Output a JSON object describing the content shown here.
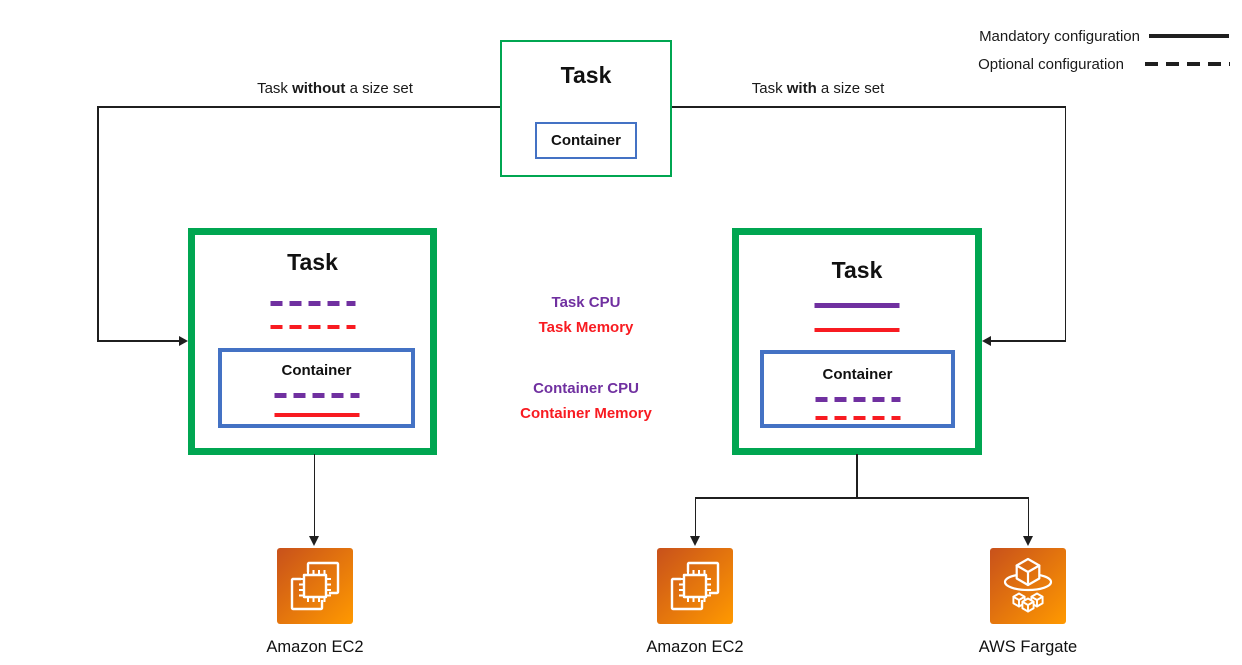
{
  "legend": {
    "mandatory": "Mandatory configuration",
    "optional": "Optional configuration"
  },
  "top_task": {
    "title": "Task",
    "container": "Container"
  },
  "branch_labels": {
    "left": {
      "prefix": "Task ",
      "emphasis": "without",
      "suffix": " a size set"
    },
    "right": {
      "prefix": "Task ",
      "emphasis": "with",
      "suffix": " a size set"
    }
  },
  "left_task": {
    "title": "Task",
    "container": "Container",
    "task_cpu_style": "dashed-optional",
    "task_memory_style": "dashed-optional",
    "container_cpu_style": "dashed-optional",
    "container_memory_style": "solid-mandatory"
  },
  "right_task": {
    "title": "Task",
    "container": "Container",
    "task_cpu_style": "solid-mandatory",
    "task_memory_style": "solid-mandatory",
    "container_cpu_style": "dashed-optional",
    "container_memory_style": "dashed-optional"
  },
  "center_labels": {
    "task_cpu": "Task CPU",
    "task_memory": "Task Memory",
    "container_cpu": "Container CPU",
    "container_memory": "Container Memory"
  },
  "targets": [
    {
      "label": "Amazon EC2",
      "icon": "ec2-chip-icon"
    },
    {
      "label": "Amazon EC2",
      "icon": "ec2-chip-icon"
    },
    {
      "label": "AWS Fargate",
      "icon": "fargate-cube-icon"
    }
  ],
  "colors": {
    "green": "#00A651",
    "blue": "#4472C4",
    "purple": "#7030A0",
    "red": "#F81B21",
    "line": "#1f1f1f",
    "aws-orange-dark": "#C8511B",
    "aws-orange-light": "#FF9900"
  }
}
